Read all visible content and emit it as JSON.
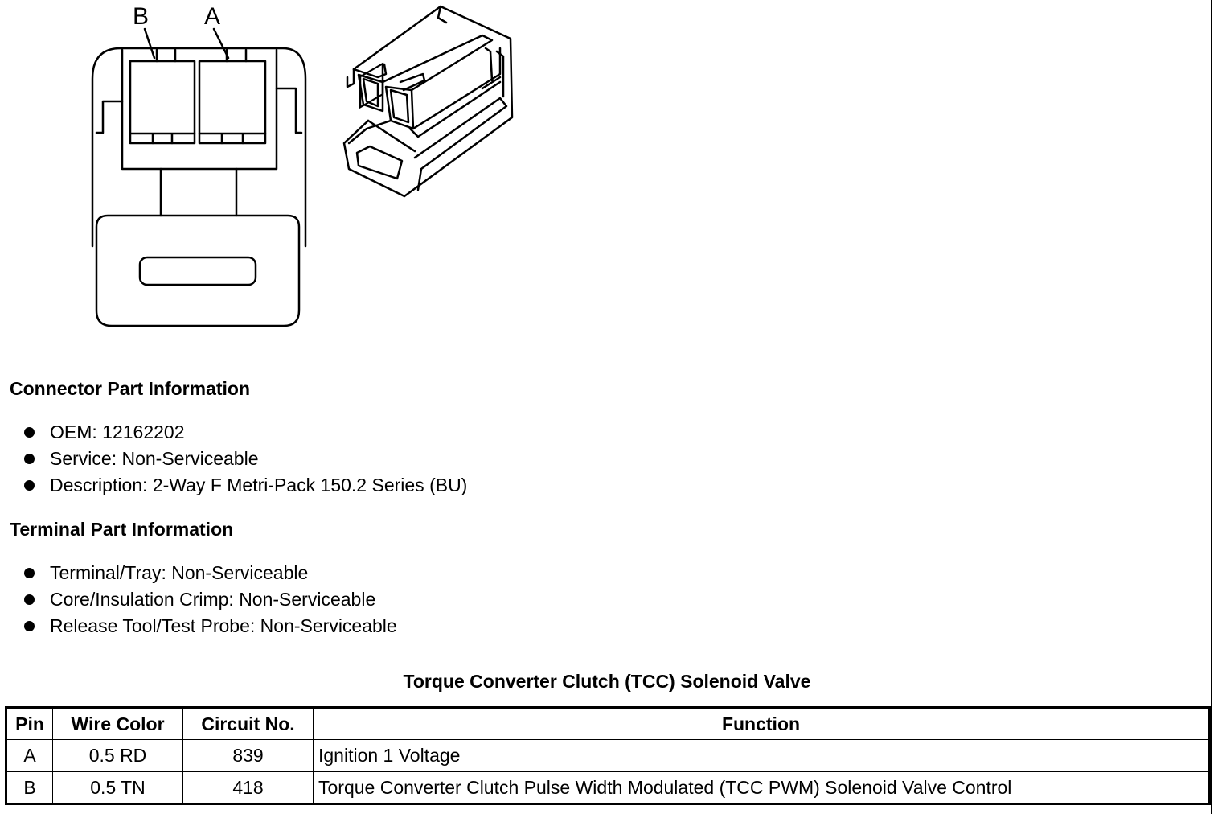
{
  "diagram": {
    "pin_labels": [
      "B",
      "A"
    ]
  },
  "connector_info": {
    "heading": "Connector Part Information",
    "items": [
      "OEM: 12162202",
      "Service: Non-Serviceable",
      "Description: 2-Way F Metri-Pack 150.2 Series (BU)"
    ]
  },
  "terminal_info": {
    "heading": "Terminal Part Information",
    "items": [
      "Terminal/Tray: Non-Serviceable",
      "Core/Insulation Crimp: Non-Serviceable",
      "Release Tool/Test Probe: Non-Serviceable"
    ]
  },
  "table": {
    "title": "Torque Converter Clutch (TCC) Solenoid Valve",
    "headers": [
      "Pin",
      "Wire Color",
      "Circuit No.",
      "Function"
    ],
    "rows": [
      [
        "A",
        "0.5 RD",
        "839",
        "Ignition 1 Voltage"
      ],
      [
        "B",
        "0.5 TN",
        "418",
        "Torque Converter Clutch Pulse Width Modulated (TCC PWM) Solenoid Valve Control"
      ]
    ]
  }
}
